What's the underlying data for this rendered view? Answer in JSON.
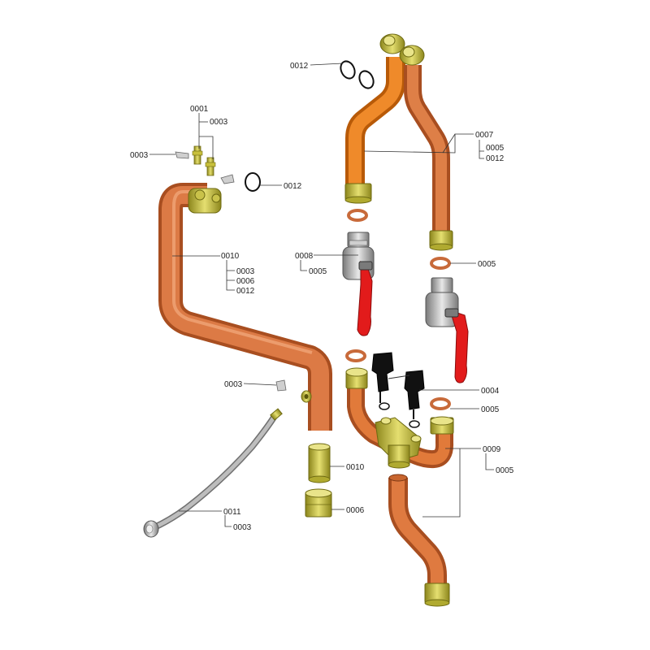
{
  "colors": {
    "copper": "#d9703a",
    "copper_dark": "#b85a2a",
    "orange_pipe": "#e47a1a",
    "brass": "#c8c03c",
    "brass_dark": "#9c9420",
    "valve_steel": "#b8b8b8",
    "handle_red": "#e21b1b",
    "seal_ring": "#e08a5a",
    "oring": "#111111",
    "hose": "#9a9a9a",
    "leader": "#333333"
  },
  "labels": {
    "l_0012_top": "0012",
    "l_0007": "0007",
    "l_0005_a": "0005",
    "l_0012_b": "0012",
    "l_0001": "0001",
    "l_0003_a": "0003",
    "l_0003_b": "0003",
    "l_0012_c": "0012",
    "l_0010_a": "0010",
    "l_0003_c": "0003",
    "l_0006_a": "0006",
    "l_0012_d": "0012",
    "l_0008": "0008",
    "l_0005_b": "0005",
    "l_0005_c": "0005",
    "l_0004": "0004",
    "l_0005_d": "0005",
    "l_0003_d": "0003",
    "l_0009": "0009",
    "l_0005_e": "0005",
    "l_0010_b": "0010",
    "l_0006_b": "0006",
    "l_0011": "0011",
    "l_0003_e": "0003"
  },
  "icons": [
    "o-ring-icon",
    "seal-washer-icon",
    "ball-valve-icon",
    "sensor-icon",
    "clip-icon",
    "nipple-icon",
    "hose-icon",
    "brass-fitting-icon"
  ]
}
